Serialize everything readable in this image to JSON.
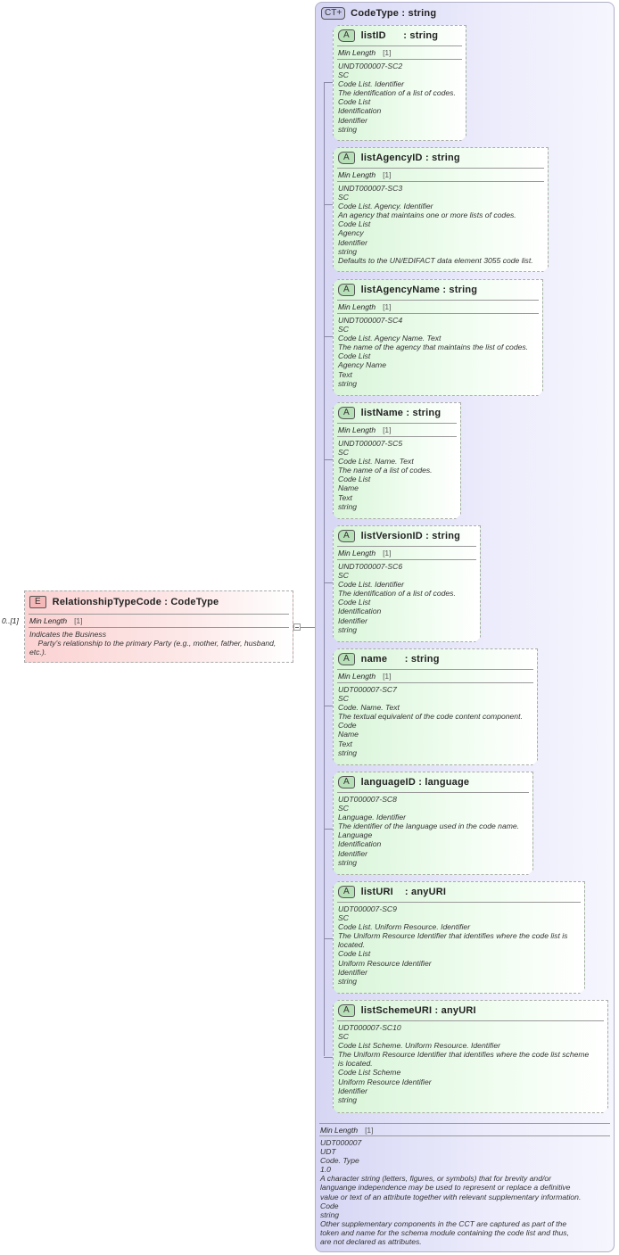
{
  "element": {
    "badge": "E",
    "title": "RelationshipTypeCode : CodeType",
    "occurrence": "0..[1]",
    "facet_label": "Min Length",
    "facet_value": "[1]",
    "documentation": [
      "Indicates the Business",
      "    Party's relationship to the primary Party (e.g., mother, father, husband,",
      "etc.)."
    ]
  },
  "complex_type": {
    "badge": "CT+",
    "title": "CodeType : string",
    "facet_label": "Min Length",
    "facet_value": "[1]",
    "documentation": [
      "UDT000007",
      "UDT",
      "Code. Type",
      "1.0",
      "A character string (letters, figures, or symbols) that for brevity and/or",
      "languange independence may be used to represent or replace a definitive",
      "value or text of an attribute together with relevant supplementary information.",
      "Code",
      "string",
      "Other supplementary components in the CCT are captured as part of the",
      "token and name for the schema module containing the code list and thus,",
      "are not declared as attributes."
    ]
  },
  "attributes": [
    {
      "badge": "A",
      "title": "listID      : string",
      "facet_label": "Min Length",
      "facet_value": "[1]",
      "documentation": [
        "UNDT000007-SC2",
        "SC",
        "Code List. Identifier",
        "The identification of a list of codes.",
        "Code List",
        "Identification",
        "Identifier",
        "string"
      ]
    },
    {
      "badge": "A",
      "title": "listAgencyID : string",
      "facet_label": "Min Length",
      "facet_value": "[1]",
      "documentation": [
        "UNDT000007-SC3",
        "SC",
        "Code List. Agency. Identifier",
        "An agency that maintains one or more lists of codes.",
        "Code List",
        "Agency",
        "Identifier",
        "string",
        "Defaults to the UN/EDIFACT data element 3055 code list."
      ]
    },
    {
      "badge": "A",
      "title": "listAgencyName : string",
      "facet_label": "Min Length",
      "facet_value": "[1]",
      "documentation": [
        "UNDT000007-SC4",
        "SC",
        "Code List. Agency Name. Text",
        "The name of the agency that maintains the list of codes.",
        "Code List",
        "Agency Name",
        "Text",
        "string"
      ]
    },
    {
      "badge": "A",
      "title": "listName : string",
      "facet_label": "Min Length",
      "facet_value": "[1]",
      "documentation": [
        "UNDT000007-SC5",
        "SC",
        "Code List. Name. Text",
        "The name of a list of codes.",
        "Code List",
        "Name",
        "Text",
        "string"
      ]
    },
    {
      "badge": "A",
      "title": "listVersionID : string",
      "facet_label": "Min Length",
      "facet_value": "[1]",
      "documentation": [
        "UNDT000007-SC6",
        "SC",
        "Code List. Identifier",
        "The identification of a list of codes.",
        "Code List",
        "Identification",
        "Identifier",
        "string"
      ]
    },
    {
      "badge": "A",
      "title": "name      : string",
      "facet_label": "Min Length",
      "facet_value": "[1]",
      "documentation": [
        "UDT000007-SC7",
        "SC",
        "Code. Name. Text",
        "The textual equivalent of the code content component.",
        "Code",
        "Name",
        "Text",
        "string"
      ]
    },
    {
      "badge": "A",
      "title": "languageID : language",
      "documentation": [
        "UDT000007-SC8",
        "SC",
        "Language. Identifier",
        "The identifier of the language used in the code name.",
        "Language",
        "Identification",
        "Identifier",
        "string"
      ]
    },
    {
      "badge": "A",
      "title": "listURI    : anyURI",
      "documentation": [
        "UDT000007-SC9",
        "SC",
        "Code List. Uniform Resource. Identifier",
        "The Uniform Resource Identifier that identifies where the code list is",
        "located.",
        "Code List",
        "Uniform Resource Identifier",
        "Identifier",
        "string"
      ]
    },
    {
      "badge": "A",
      "title": "listSchemeURI : anyURI",
      "documentation": [
        "UDT000007-SC10",
        "SC",
        "Code List Scheme. Uniform Resource. Identifier",
        "The Uniform Resource Identifier that identifies where the code list scheme",
        "is located.",
        "Code List Scheme",
        "Uniform Resource Identifier",
        "Identifier",
        "string"
      ]
    }
  ]
}
